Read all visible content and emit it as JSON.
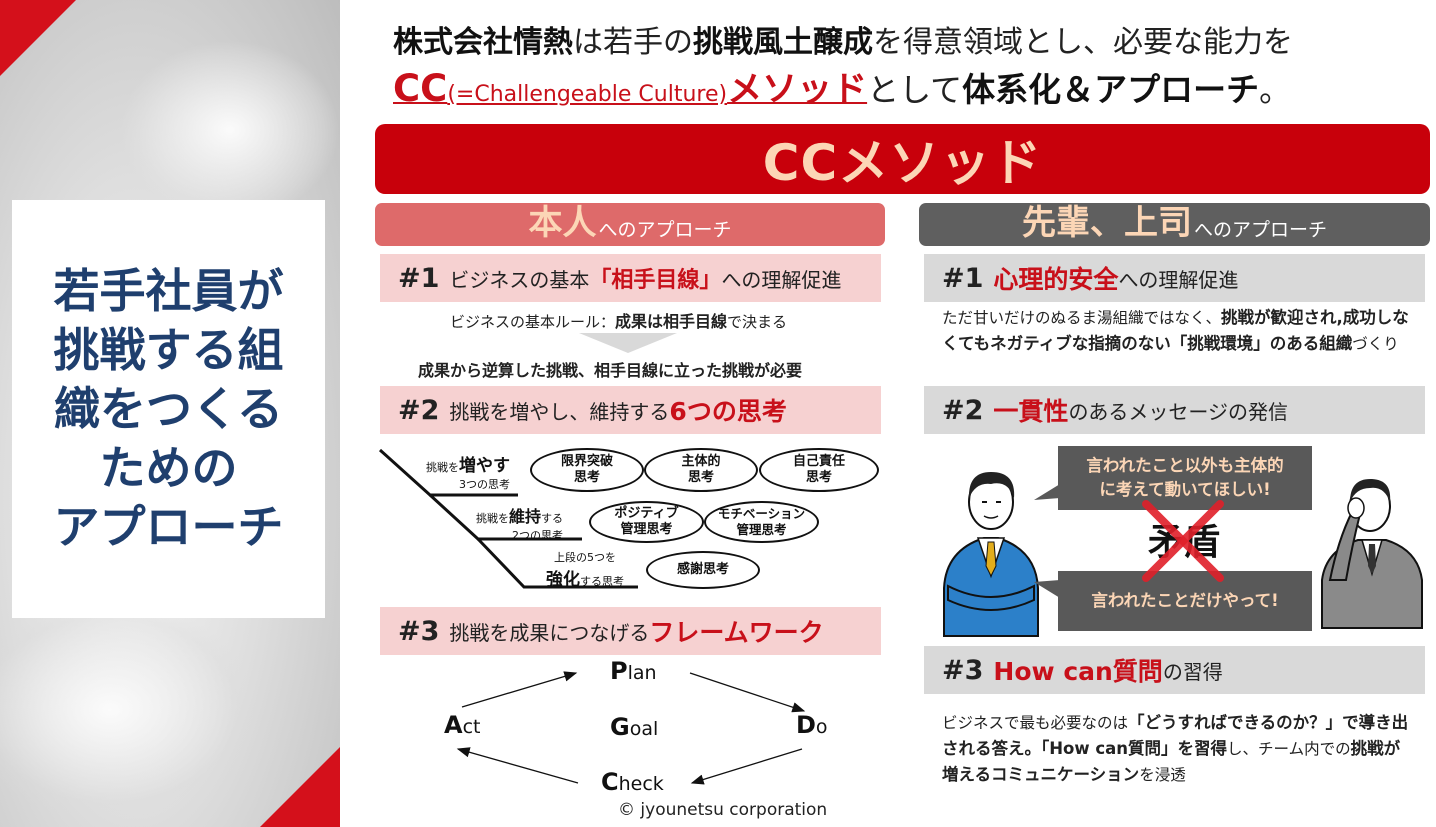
{
  "left": {
    "title_lines": [
      "若手社員が",
      "挑戦する組",
      "織をつくる",
      "ための",
      "アプローチ"
    ]
  },
  "header": {
    "l1_company": "株式会社情熱",
    "l1_t1": "は若手の",
    "l1_b": "挑戦風土醸成",
    "l1_t2": "を得意領域とし、必要な能力を",
    "l2_cc": "CC",
    "l2_paren": "(=Challengeable Culture)",
    "l2_method": "メソッド",
    "l2_t1": "として",
    "l2_b": "体系化＆アプローチ",
    "l2_end": "。"
  },
  "banner": "CCメソッド",
  "left_col": {
    "head_big": "本人",
    "head_sm": "へのアプローチ",
    "s1": {
      "num": "#1",
      "t1": "ビジネスの基本",
      "hl": "「相手目線」",
      "t2": "への理解促進"
    },
    "s1_rule_a": "ビジネスの基本ルール：",
    "s1_rule_b": "成果は相手目線",
    "s1_rule_c": "で決まる",
    "s1_result": "成果から逆算した挑戦、相手目線に立った挑戦が必要",
    "s2": {
      "num": "#2",
      "t1": "挑戦を増やし、維持する",
      "hl": "6つの思考"
    },
    "stage1": {
      "a": "挑戦を",
      "b": "増やす",
      "c": "3つの思考"
    },
    "stage2": {
      "a": "挑戦を",
      "b": "維持",
      "a2": "する",
      "c": "2つの思考"
    },
    "stage3": {
      "c": "上段の5つを",
      "b": "強化",
      "a": "する思考"
    },
    "thoughts": [
      "限界突破\n思考",
      "主体的\n思考",
      "自己責任\n思考",
      "ポジティブ\n管理思考",
      "モチベーション\n管理思考",
      "感謝思考"
    ],
    "s3": {
      "num": "#3",
      "t1": "挑戦を成果につなげる",
      "hl": "フレームワーク"
    },
    "pdca": {
      "plan_c": "P",
      "plan_r": "lan",
      "do_c": "D",
      "do_r": "o",
      "check_c": "C",
      "check_r": "heck",
      "act_c": "A",
      "act_r": "ct",
      "goal_c": "G",
      "goal_r": "oal"
    },
    "copyright": "© jyounetsu corporation"
  },
  "right_col": {
    "head_big": "先輩、上司",
    "head_sm": "へのアプローチ",
    "s1": {
      "num": "#1",
      "hl": "心理的安全",
      "t1": "への理解促進"
    },
    "s1_desc_a": "ただ甘いだけのぬるま湯組織ではなく、",
    "s1_desc_b": "挑戦が歓迎され,成功しなくてもネガティブな指摘のない「挑戦環境」のある組織",
    "s1_desc_c": "づくり",
    "s2": {
      "num": "#2",
      "hl": "一貫性",
      "t1": "のあるメッセージの発信"
    },
    "bubble_top": "言われたこと以外も主体的\nに考えて動いてほしい!",
    "bubble_bottom": "言われたことだけやって!",
    "contradiction": "矛盾",
    "s3": {
      "num": "#3",
      "hl": "How can質問",
      "t1": "の習得"
    },
    "s3_desc_a": "ビジネスで最も必要なのは",
    "s3_desc_b": "「どうすればできるのか？」で導き出される答え。「How can質問」を習得",
    "s3_desc_c": "し、チーム内での",
    "s3_desc_d": "挑戦が増えるコミュニケーション",
    "s3_desc_e": "を浸透"
  },
  "colors": {
    "red": "#c8000b",
    "peach": "#fcd6b6",
    "navy": "#1f3f6e",
    "pink": "#f6d1d1",
    "gray": "#d9d9d9"
  }
}
